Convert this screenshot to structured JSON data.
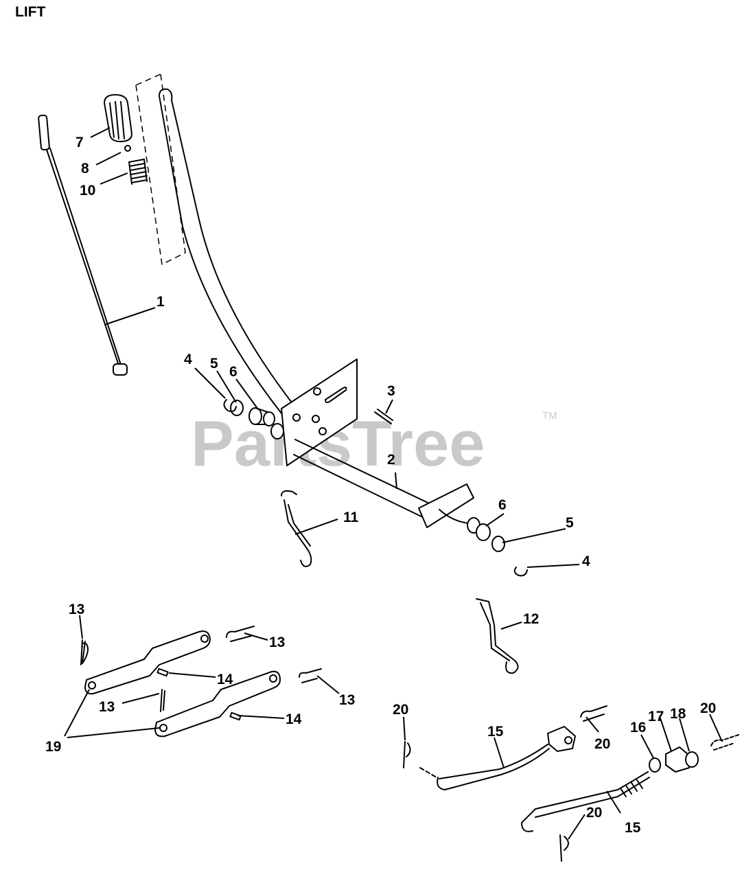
{
  "title": "LIFT",
  "watermark": "PartsTree",
  "watermark_mark": "TM",
  "callouts": [
    {
      "id": "c1",
      "label": "1"
    },
    {
      "id": "c2",
      "label": "2"
    },
    {
      "id": "c3",
      "label": "3"
    },
    {
      "id": "c4a",
      "label": "4"
    },
    {
      "id": "c4b",
      "label": "4"
    },
    {
      "id": "c5a",
      "label": "5"
    },
    {
      "id": "c5b",
      "label": "5"
    },
    {
      "id": "c6a",
      "label": "6"
    },
    {
      "id": "c6b",
      "label": "6"
    },
    {
      "id": "c7",
      "label": "7"
    },
    {
      "id": "c8",
      "label": "8"
    },
    {
      "id": "c10",
      "label": "10"
    },
    {
      "id": "c11",
      "label": "11"
    },
    {
      "id": "c12",
      "label": "12"
    },
    {
      "id": "c13a",
      "label": "13"
    },
    {
      "id": "c13b",
      "label": "13"
    },
    {
      "id": "c13c",
      "label": "13"
    },
    {
      "id": "c13d",
      "label": "13"
    },
    {
      "id": "c14a",
      "label": "14"
    },
    {
      "id": "c14b",
      "label": "14"
    },
    {
      "id": "c15a",
      "label": "15"
    },
    {
      "id": "c15b",
      "label": "15"
    },
    {
      "id": "c16",
      "label": "16"
    },
    {
      "id": "c17",
      "label": "17"
    },
    {
      "id": "c18",
      "label": "18"
    },
    {
      "id": "c19",
      "label": "19"
    },
    {
      "id": "c20a",
      "label": "20"
    },
    {
      "id": "c20b",
      "label": "20"
    },
    {
      "id": "c20c",
      "label": "20"
    },
    {
      "id": "c20d",
      "label": "20"
    }
  ]
}
